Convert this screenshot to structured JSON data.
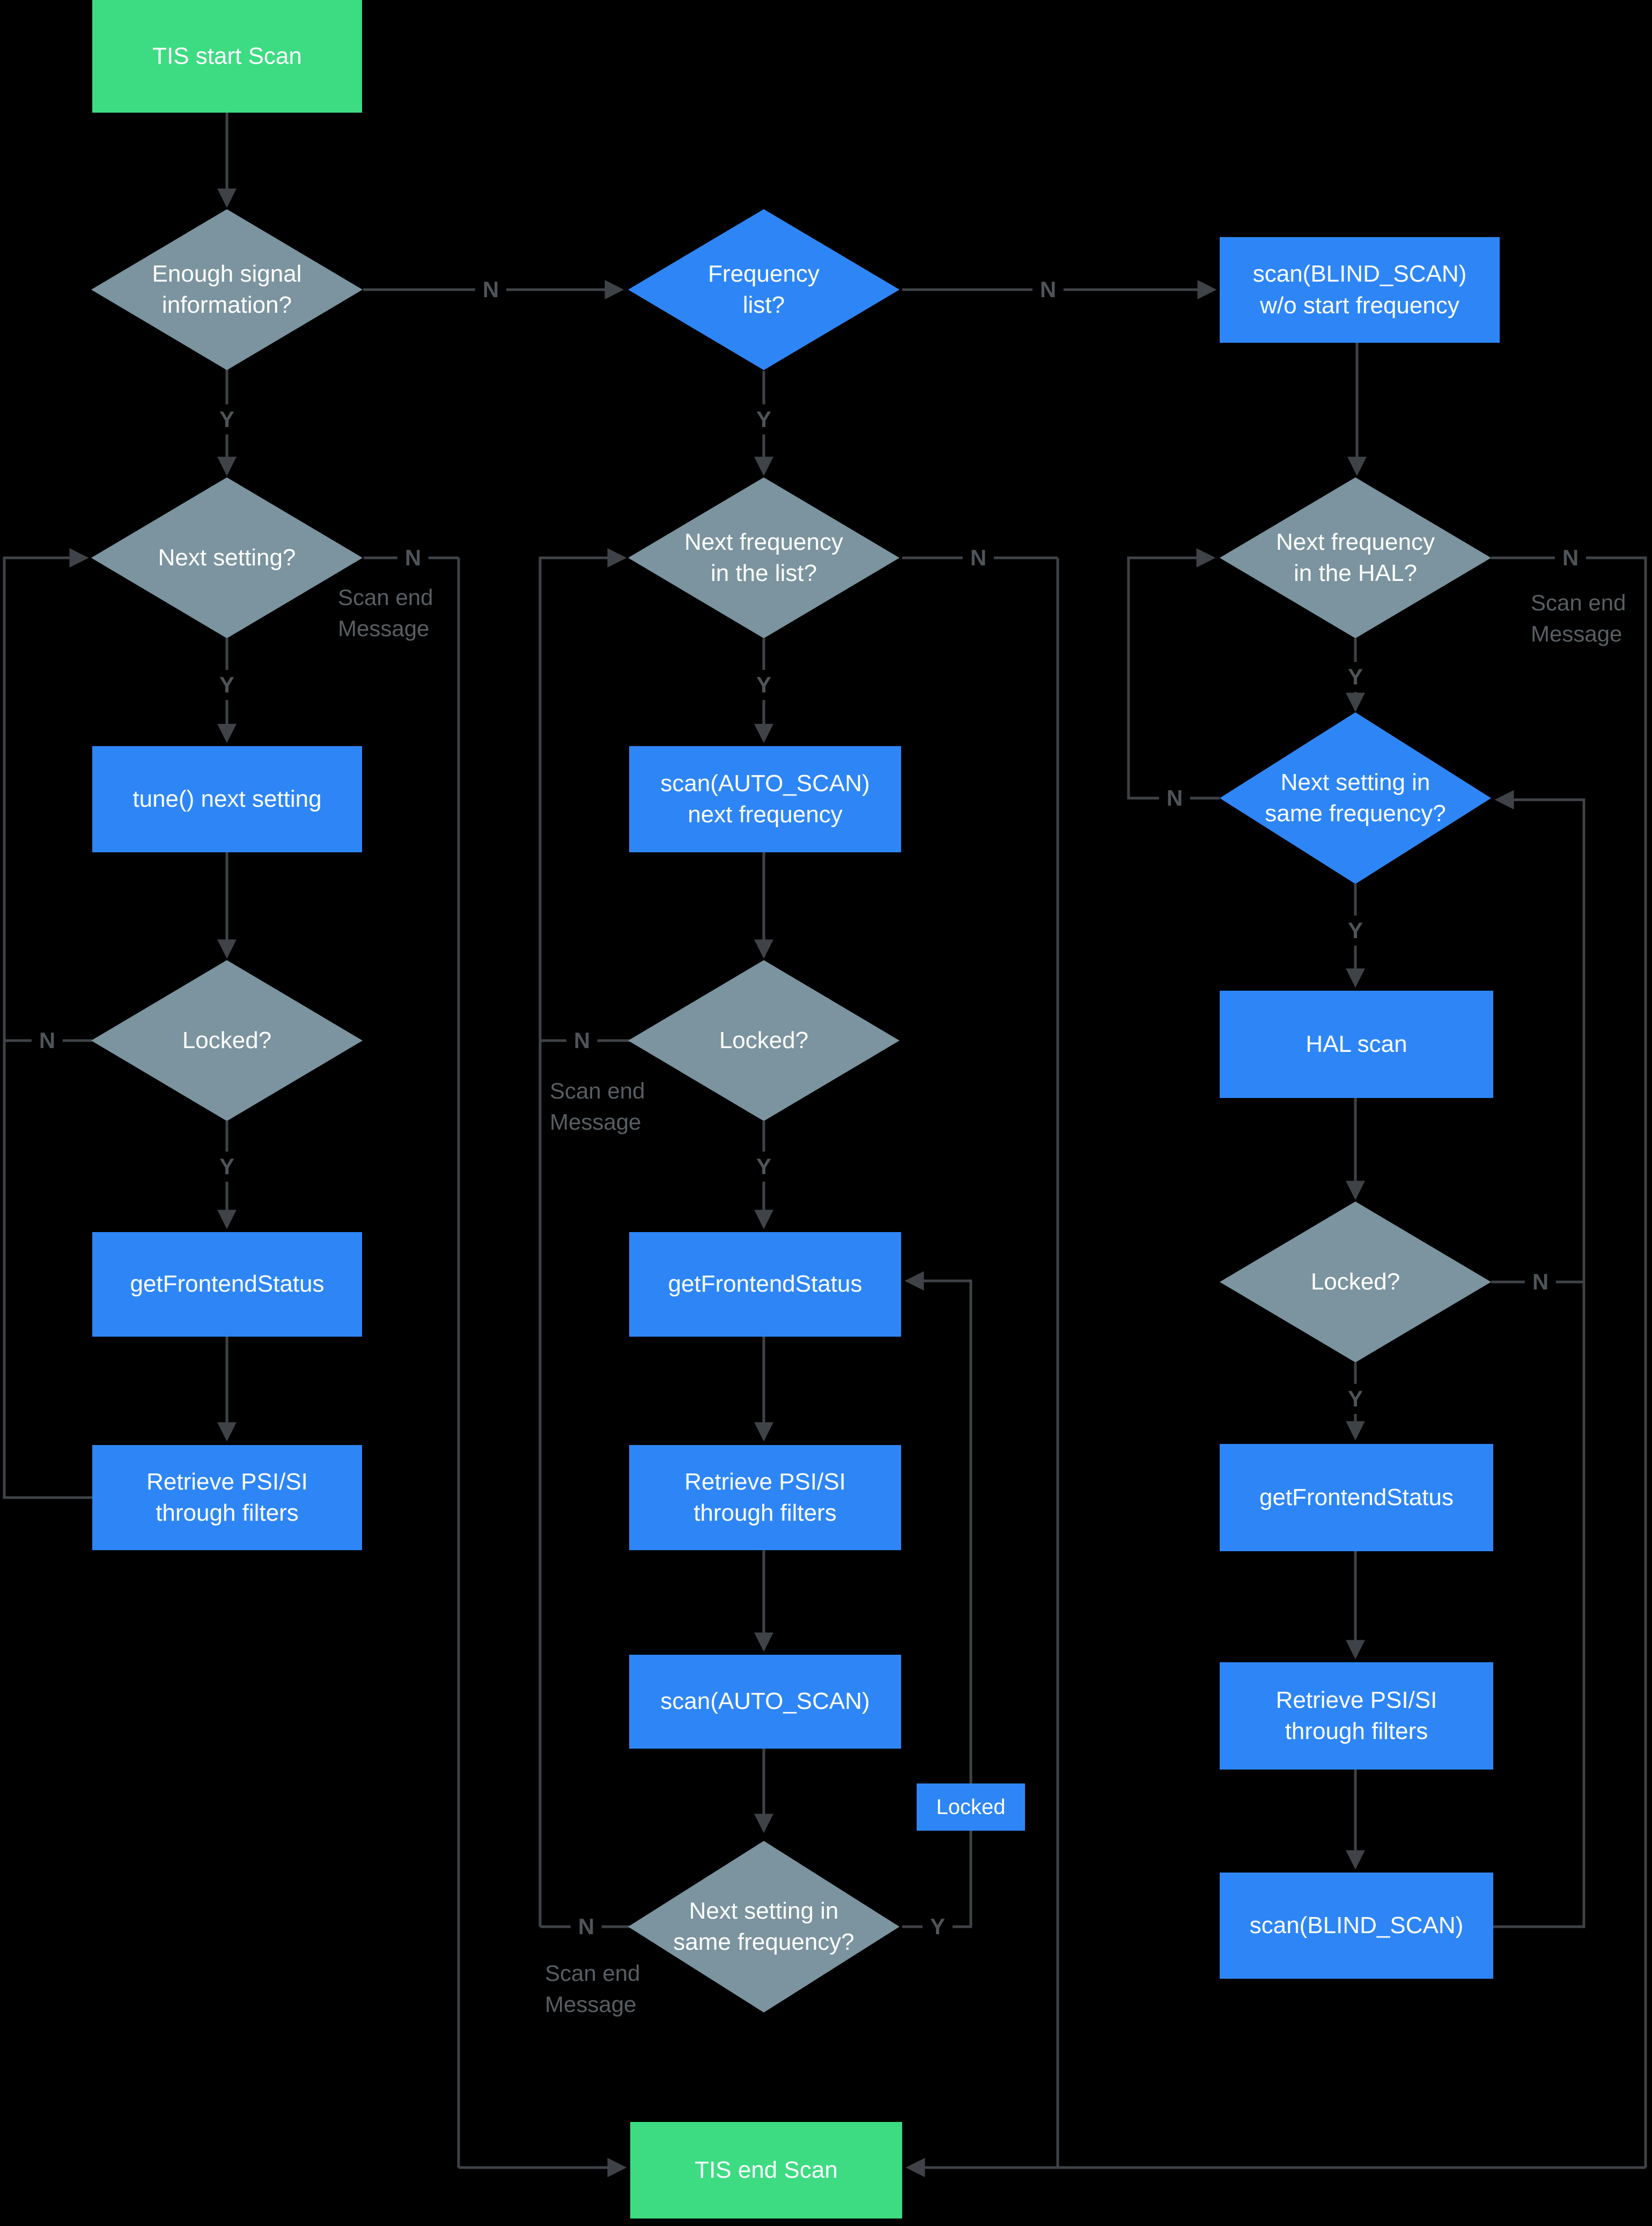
{
  "diagram_type": "flowchart",
  "colors": {
    "background": "#000000",
    "process_blue": "#2e86f6",
    "terminal_green": "#3ddc82",
    "decision_gray": "#7b949f",
    "connector_line": "#3f4347",
    "edge_label_text": "#4e5458",
    "message_label_text": "#585e62",
    "node_text": "#ffffff"
  },
  "nodes": {
    "start": {
      "label": "TIS start Scan",
      "shape": "rect",
      "kind": "terminal"
    },
    "enough_signal": {
      "label": "Enough signal\ninformation?",
      "shape": "diamond",
      "kind": "decision"
    },
    "frequency_list": {
      "label": "Frequency\nlist?",
      "shape": "diamond",
      "kind": "decision"
    },
    "blind_wo": {
      "label": "scan(BLIND_SCAN)\nw/o start frequency",
      "shape": "rect",
      "kind": "process"
    },
    "next_setting": {
      "label": "Next setting?",
      "shape": "diamond",
      "kind": "decision"
    },
    "next_freq_list": {
      "label": "Next frequency\nin the list?",
      "shape": "diamond",
      "kind": "decision"
    },
    "next_freq_hal": {
      "label": "Next frequency\nin the HAL?",
      "shape": "diamond",
      "kind": "decision"
    },
    "tune_next": {
      "label": "tune() next setting",
      "shape": "rect",
      "kind": "process"
    },
    "auto_next_freq": {
      "label": "scan(AUTO_SCAN)\nnext frequency",
      "shape": "rect",
      "kind": "process"
    },
    "nsisf_right": {
      "label": "Next setting in\nsame frequency?",
      "shape": "diamond",
      "kind": "decision"
    },
    "locked_left": {
      "label": "Locked?",
      "shape": "diamond",
      "kind": "decision"
    },
    "locked_mid": {
      "label": "Locked?",
      "shape": "diamond",
      "kind": "decision"
    },
    "hal_scan": {
      "label": "HAL scan",
      "shape": "rect",
      "kind": "process"
    },
    "getfs_left": {
      "label": "getFrontendStatus",
      "shape": "rect",
      "kind": "process"
    },
    "getfs_mid": {
      "label": "getFrontendStatus",
      "shape": "rect",
      "kind": "process"
    },
    "locked_right": {
      "label": "Locked?",
      "shape": "diamond",
      "kind": "decision"
    },
    "retrieve_left": {
      "label": "Retrieve PSI/SI\nthrough filters",
      "shape": "rect",
      "kind": "process"
    },
    "retrieve_mid": {
      "label": "Retrieve PSI/SI\nthrough filters",
      "shape": "rect",
      "kind": "process"
    },
    "getfs_right": {
      "label": "getFrontendStatus",
      "shape": "rect",
      "kind": "process"
    },
    "auto_scan": {
      "label": "scan(AUTO_SCAN)",
      "shape": "rect",
      "kind": "process"
    },
    "retrieve_right": {
      "label": "Retrieve PSI/SI\nthrough filters",
      "shape": "rect",
      "kind": "process"
    },
    "nsisf_mid": {
      "label": "Next setting in\nsame frequency?",
      "shape": "diamond",
      "kind": "decision"
    },
    "blind_scan": {
      "label": "scan(BLIND_SCAN)",
      "shape": "rect",
      "kind": "process"
    },
    "tis_end": {
      "label": "TIS end Scan",
      "shape": "rect",
      "kind": "terminal"
    }
  },
  "edge_labels": {
    "no": "N",
    "yes": "Y",
    "scan_end": "Scan end\nMessage",
    "locked": "Locked"
  }
}
